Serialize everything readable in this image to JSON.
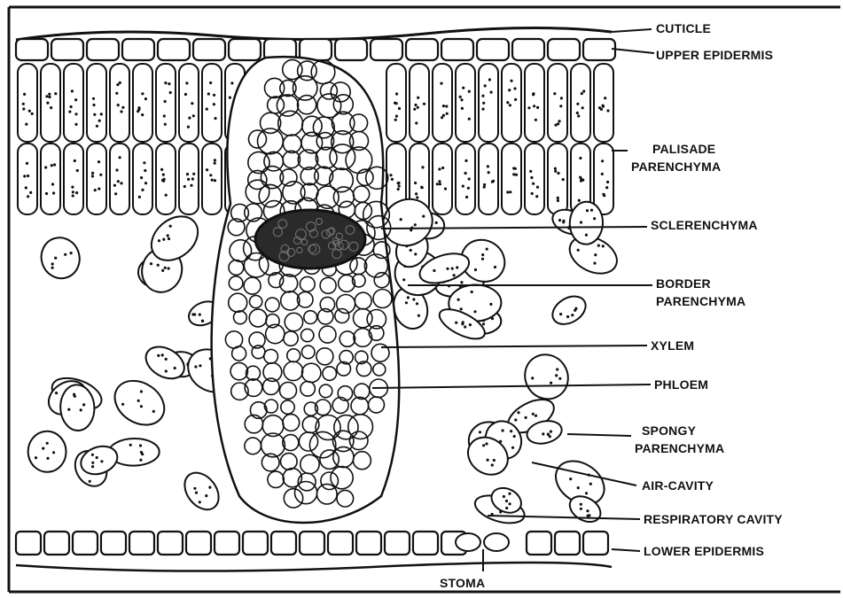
{
  "diagram": {
    "labels": {
      "cuticle": "CUTICLE",
      "upper_epidermis": "UPPER EPIDERMIS",
      "palisade_1": "PALISADE",
      "palisade_2": "PARENCHYMA",
      "sclerenchyma": "SCLERENCHYMA",
      "border_1": "BORDER",
      "border_2": "PARENCHYMA",
      "xylem": "XYLEM",
      "phloem": "PHLOEM",
      "spongy_1": "SPONGY",
      "spongy_2": "PARENCHYMA",
      "air_cavity": "AIR-CAVITY",
      "respiratory_cavity": "RESPIRATORY CAVITY",
      "lower_epidermis": "LOWER EPIDERMIS",
      "stoma": "STOMA"
    },
    "colors": {
      "ink": "#111111",
      "paper": "#ffffff"
    }
  }
}
